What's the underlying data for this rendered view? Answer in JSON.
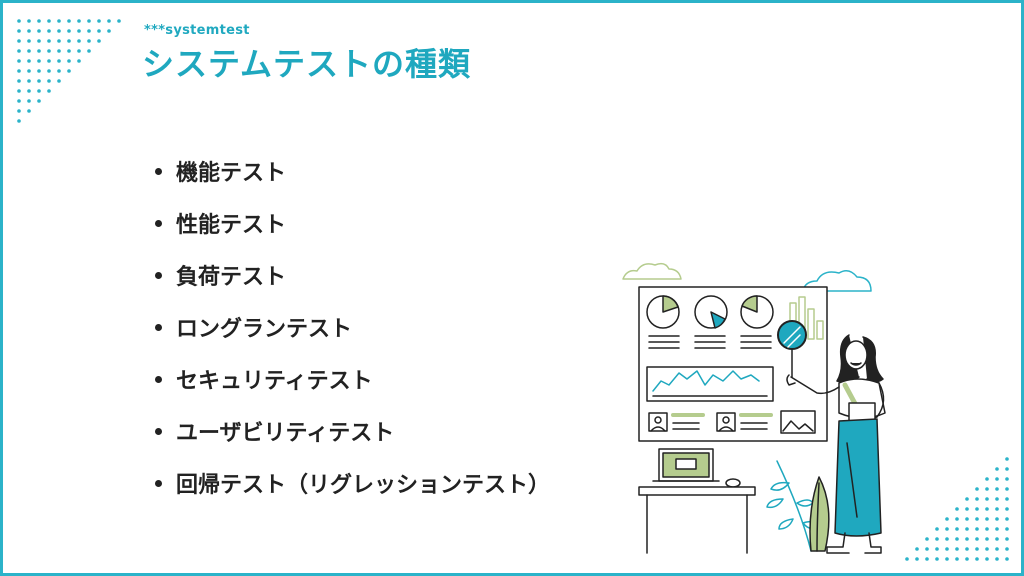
{
  "header": {
    "subtitle": "***systemtest",
    "title": "システムテストの種類"
  },
  "items": [
    {
      "label": "機能テスト"
    },
    {
      "label": "性能テスト"
    },
    {
      "label": "負荷テスト"
    },
    {
      "label": "ロングランテスト"
    },
    {
      "label": "セキュリティテスト"
    },
    {
      "label": "ユーザビリティテスト"
    },
    {
      "label": "回帰テスト（リグレッションテスト）"
    }
  ],
  "colors": {
    "accent": "#1fa8bf",
    "frame": "#2bb3c9",
    "green": "#b5cc8e",
    "ink": "#222222"
  }
}
